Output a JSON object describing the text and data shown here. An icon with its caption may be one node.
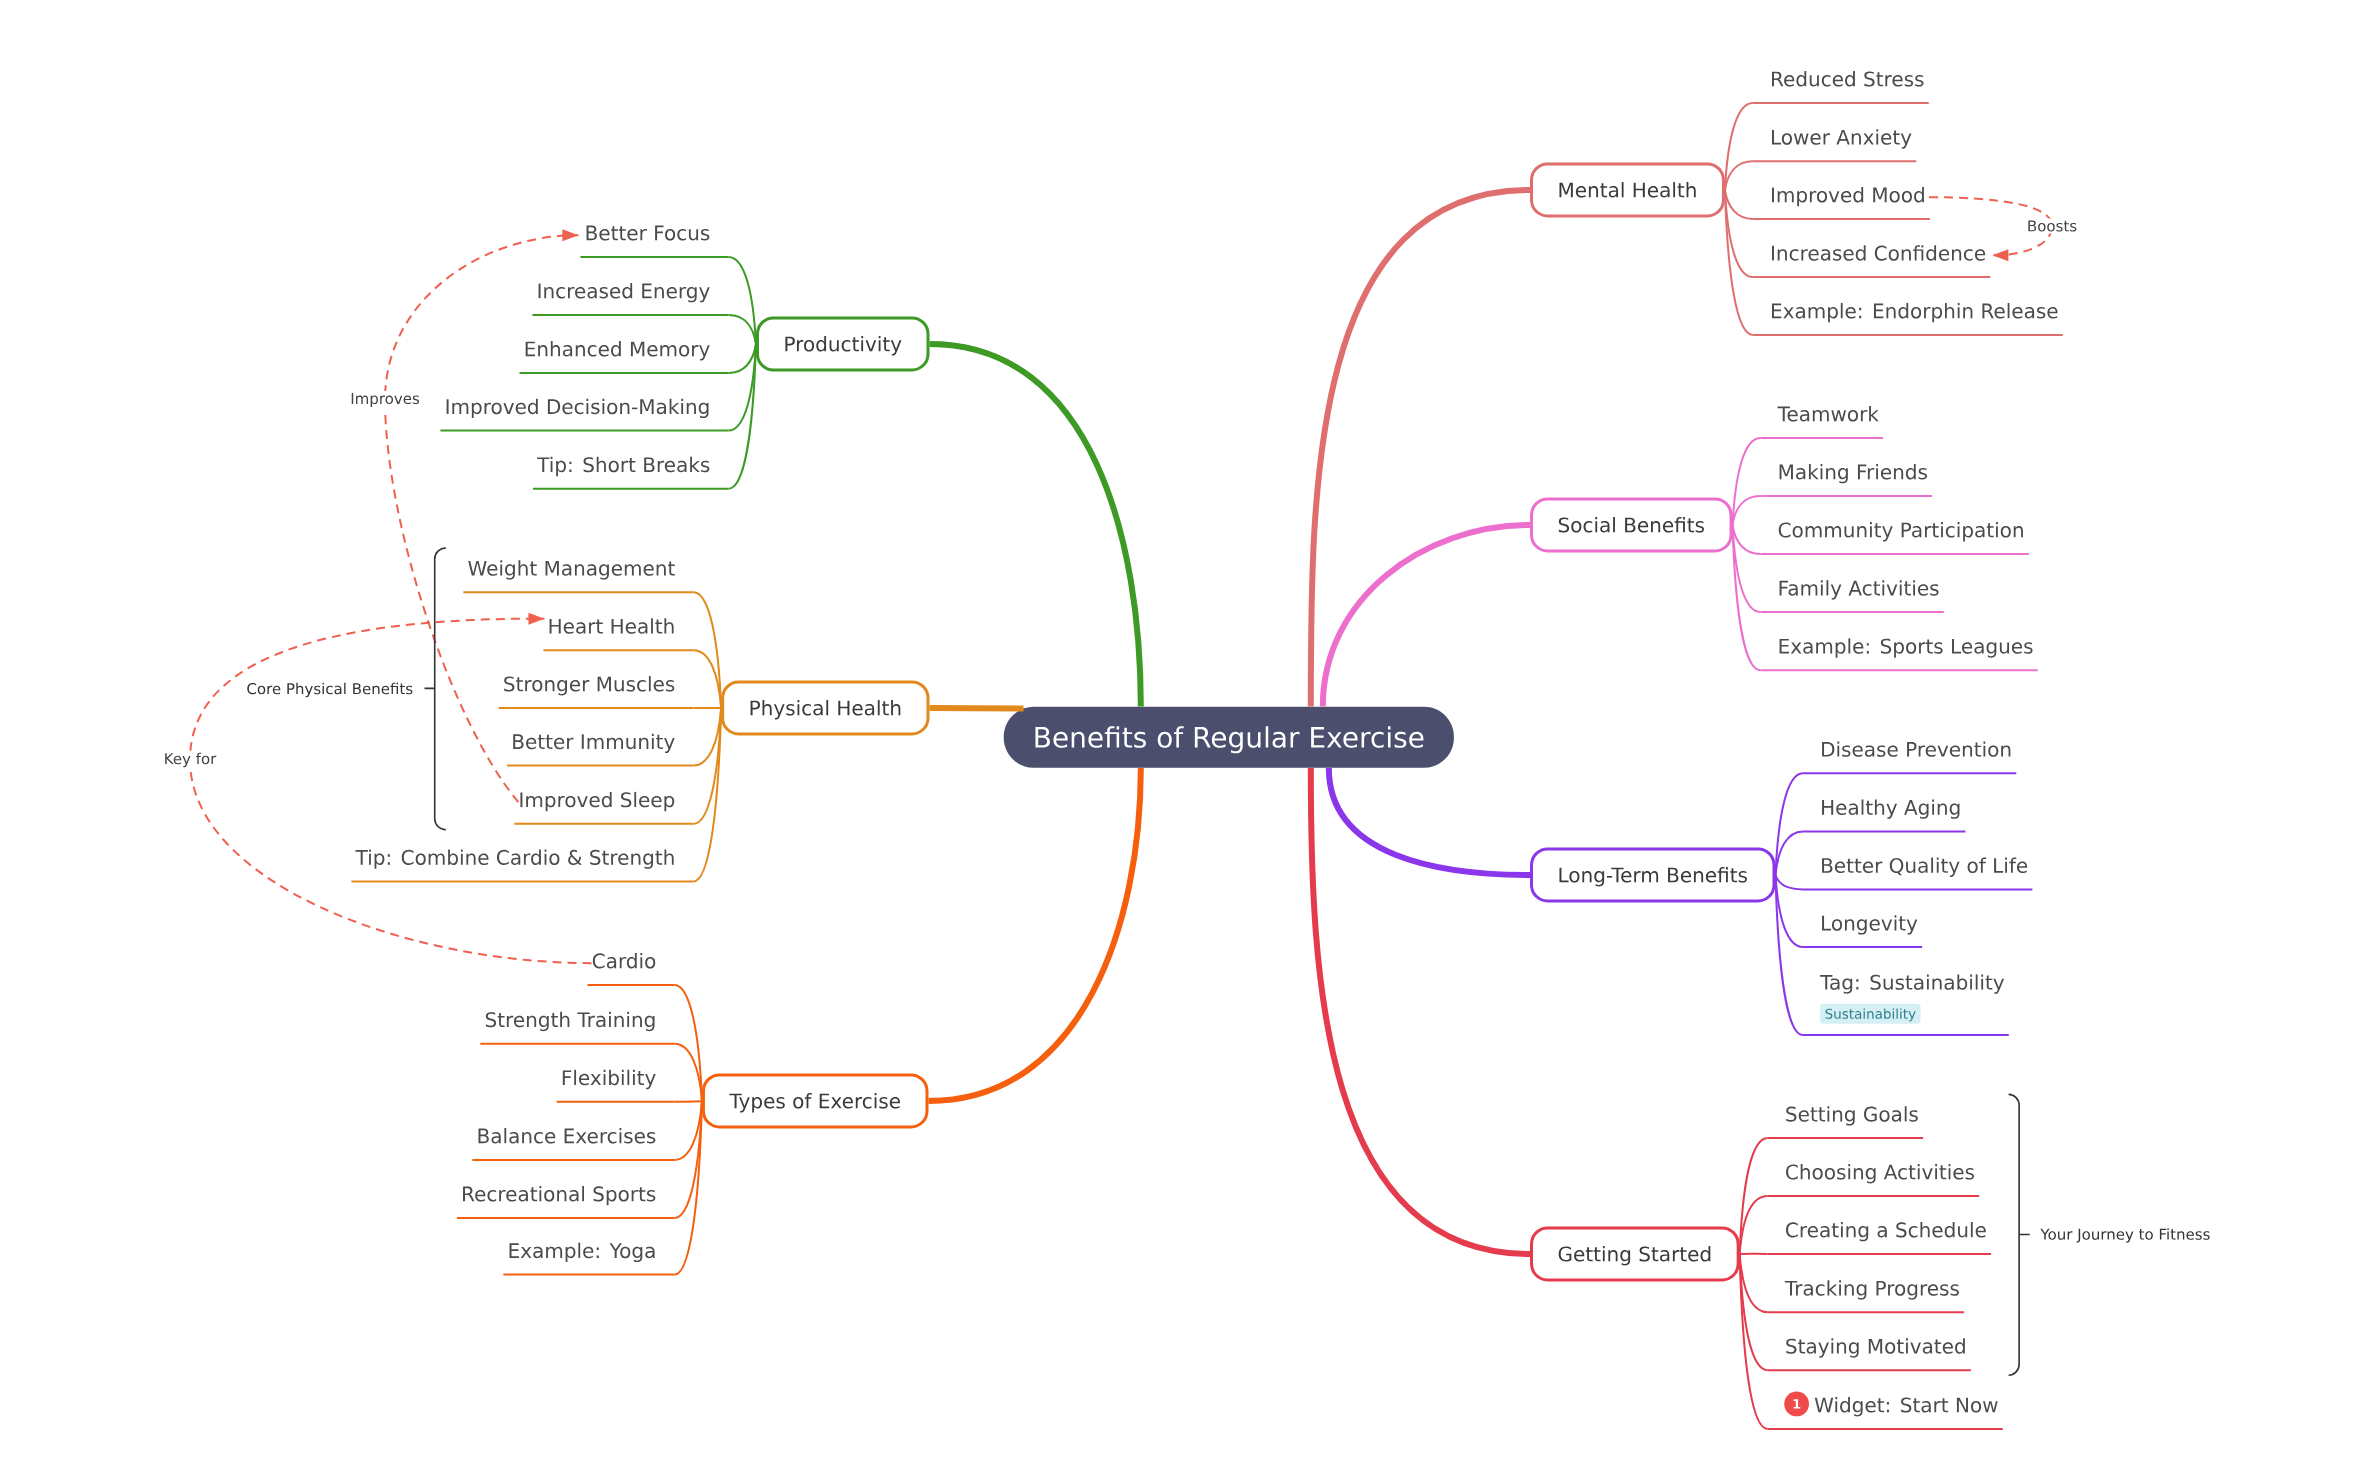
{
  "diagram": {
    "nodes": [
      {
        "text": [
          "Benefits of Regular Exercise"
        ]
      },
      {
        "text": [
          "Productivity"
        ]
      },
      {
        "text": [
          "Better Focus"
        ]
      },
      {
        "text": [
          "Increased Energy"
        ]
      },
      {
        "text": [
          "Enhanced Memory"
        ]
      },
      {
        "text": [
          "Improved Decision-Making"
        ]
      },
      {
        "text": [
          "Tip: Short Breaks"
        ]
      },
      {
        "text": [
          "Physical Health"
        ]
      },
      {
        "text": [
          "Weight Management"
        ]
      },
      {
        "text": [
          "Heart Health"
        ]
      },
      {
        "text": [
          "Stronger Muscles"
        ]
      },
      {
        "text": [
          "Better Immunity"
        ]
      },
      {
        "text": [
          "Improved Sleep"
        ]
      },
      {
        "text": [
          "Tip: Combine Cardio & Strength"
        ]
      },
      {
        "text": [
          "Types of Exercise"
        ]
      },
      {
        "text": [
          "Cardio"
        ]
      },
      {
        "text": [
          "Strength Training"
        ]
      },
      {
        "text": [
          "Flexibility"
        ]
      },
      {
        "text": [
          "Balance Exercises"
        ]
      },
      {
        "text": [
          "Recreational Sports"
        ]
      },
      {
        "text": [
          "Example: Yoga"
        ]
      },
      {
        "text": [
          "Mental Health"
        ]
      },
      {
        "text": [
          "Reduced Stress"
        ]
      },
      {
        "text": [
          "Lower Anxiety"
        ]
      },
      {
        "text": [
          "Improved Mood"
        ]
      },
      {
        "text": [
          "Increased Confidence"
        ]
      },
      {
        "text": [
          "Example: Endorphin Release"
        ]
      },
      {
        "text": [
          "Social Benefits"
        ]
      },
      {
        "text": [
          "Teamwork"
        ]
      },
      {
        "text": [
          "Making Friends"
        ]
      },
      {
        "text": [
          "Community Participation"
        ]
      },
      {
        "text": [
          "Family Activities"
        ]
      },
      {
        "text": [
          "Example: Sports Leagues"
        ]
      },
      {
        "text": [
          "Long-Term Benefits"
        ]
      },
      {
        "text": [
          "Disease Prevention"
        ]
      },
      {
        "text": [
          "Healthy Aging"
        ]
      },
      {
        "text": [
          "Better Quality of Life"
        ]
      },
      {
        "text": [
          "Longevity"
        ]
      },
      {
        "text": [
          "Tag: Sustainability",
          "Sustainability"
        ]
      },
      {
        "text": [
          "Getting Started"
        ]
      },
      {
        "text": [
          "Setting Goals"
        ]
      },
      {
        "text": [
          "Choosing Activities"
        ]
      },
      {
        "text": [
          "Creating a Schedule"
        ]
      },
      {
        "text": [
          "Tracking Progress"
        ]
      },
      {
        "text": [
          "Staying Motivated"
        ]
      },
      {
        "text": [
          "1",
          "Widget: Start Now"
        ]
      }
    ],
    "edges": [
      {
        "from": 0,
        "to": 1,
        "arrow": "none",
        "style": "thick",
        "color": "#3d9a24"
      },
      {
        "from": 0,
        "to": 7,
        "arrow": "none",
        "style": "thick",
        "color": "#e2891c"
      },
      {
        "from": 0,
        "to": 14,
        "arrow": "none",
        "style": "thick",
        "color": "#f65f0d"
      },
      {
        "from": 0,
        "to": 21,
        "arrow": "none",
        "style": "thick",
        "color": "#df6f6f"
      },
      {
        "from": 0,
        "to": 27,
        "arrow": "none",
        "style": "thick",
        "color": "#ec6fce"
      },
      {
        "from": 0,
        "to": 33,
        "arrow": "none",
        "style": "thick",
        "color": "#8a37ec"
      },
      {
        "from": 0,
        "to": 39,
        "arrow": "none",
        "style": "thick",
        "color": "#e43c4c"
      },
      {
        "from": 1,
        "to": 2,
        "arrow": "none",
        "color": "#3d9a24"
      },
      {
        "from": 1,
        "to": 3,
        "arrow": "none",
        "color": "#3d9a24"
      },
      {
        "from": 1,
        "to": 4,
        "arrow": "none",
        "color": "#3d9a24"
      },
      {
        "from": 1,
        "to": 5,
        "arrow": "none",
        "color": "#3d9a24"
      },
      {
        "from": 1,
        "to": 6,
        "arrow": "none",
        "color": "#3d9a24"
      },
      {
        "from": 7,
        "to": 8,
        "arrow": "none",
        "color": "#e2891c"
      },
      {
        "from": 7,
        "to": 9,
        "arrow": "none",
        "color": "#e2891c"
      },
      {
        "from": 7,
        "to": 10,
        "arrow": "none",
        "color": "#e2891c"
      },
      {
        "from": 7,
        "to": 11,
        "arrow": "none",
        "color": "#e2891c"
      },
      {
        "from": 7,
        "to": 12,
        "arrow": "none",
        "color": "#e2891c"
      },
      {
        "from": 7,
        "to": 13,
        "arrow": "none",
        "color": "#e2891c"
      },
      {
        "from": 14,
        "to": 15,
        "arrow": "none",
        "color": "#f65f0d"
      },
      {
        "from": 14,
        "to": 16,
        "arrow": "none",
        "color": "#f65f0d"
      },
      {
        "from": 14,
        "to": 17,
        "arrow": "none",
        "color": "#f65f0d"
      },
      {
        "from": 14,
        "to": 18,
        "arrow": "none",
        "color": "#f65f0d"
      },
      {
        "from": 14,
        "to": 19,
        "arrow": "none",
        "color": "#f65f0d"
      },
      {
        "from": 14,
        "to": 20,
        "arrow": "none",
        "color": "#f65f0d"
      },
      {
        "from": 21,
        "to": 22,
        "arrow": "none",
        "color": "#df6f6f"
      },
      {
        "from": 21,
        "to": 23,
        "arrow": "none",
        "color": "#df6f6f"
      },
      {
        "from": 21,
        "to": 24,
        "arrow": "none",
        "color": "#df6f6f"
      },
      {
        "from": 21,
        "to": 25,
        "arrow": "none",
        "color": "#df6f6f"
      },
      {
        "from": 21,
        "to": 26,
        "arrow": "none",
        "color": "#df6f6f"
      },
      {
        "from": 27,
        "to": 28,
        "arrow": "none",
        "color": "#ec6fce"
      },
      {
        "from": 27,
        "to": 29,
        "arrow": "none",
        "color": "#ec6fce"
      },
      {
        "from": 27,
        "to": 30,
        "arrow": "none",
        "color": "#ec6fce"
      },
      {
        "from": 27,
        "to": 31,
        "arrow": "none",
        "color": "#ec6fce"
      },
      {
        "from": 27,
        "to": 32,
        "arrow": "none",
        "color": "#ec6fce"
      },
      {
        "from": 33,
        "to": 34,
        "arrow": "none",
        "color": "#8a37ec"
      },
      {
        "from": 33,
        "to": 35,
        "arrow": "none",
        "color": "#8a37ec"
      },
      {
        "from": 33,
        "to": 36,
        "arrow": "none",
        "color": "#8a37ec"
      },
      {
        "from": 33,
        "to": 37,
        "arrow": "none",
        "color": "#8a37ec"
      },
      {
        "from": 33,
        "to": 38,
        "arrow": "none",
        "color": "#8a37ec"
      },
      {
        "from": 39,
        "to": 40,
        "arrow": "none",
        "color": "#e43c4c"
      },
      {
        "from": 39,
        "to": 41,
        "arrow": "none",
        "color": "#e43c4c"
      },
      {
        "from": 39,
        "to": 42,
        "arrow": "none",
        "color": "#e43c4c"
      },
      {
        "from": 39,
        "to": 43,
        "arrow": "none",
        "color": "#e43c4c"
      },
      {
        "from": 39,
        "to": 44,
        "arrow": "none",
        "color": "#e43c4c"
      },
      {
        "from": 39,
        "to": 45,
        "arrow": "none",
        "color": "#e43c4c"
      },
      {
        "from": 12,
        "to": 2,
        "arrow": "to",
        "label": "Improves",
        "style": "dashed",
        "color": "#ee6150"
      },
      {
        "from": 15,
        "to": 9,
        "arrow": "to",
        "label": "Key for",
        "style": "dashed",
        "color": "#ee6150"
      },
      {
        "from": 24,
        "to": 25,
        "arrow": "to",
        "label": "Boosts",
        "style": "dashed",
        "color": "#ee6150"
      }
    ],
    "labels": [
      "Core Physical Benefits",
      "Your Journey to Fitness"
    ]
  }
}
